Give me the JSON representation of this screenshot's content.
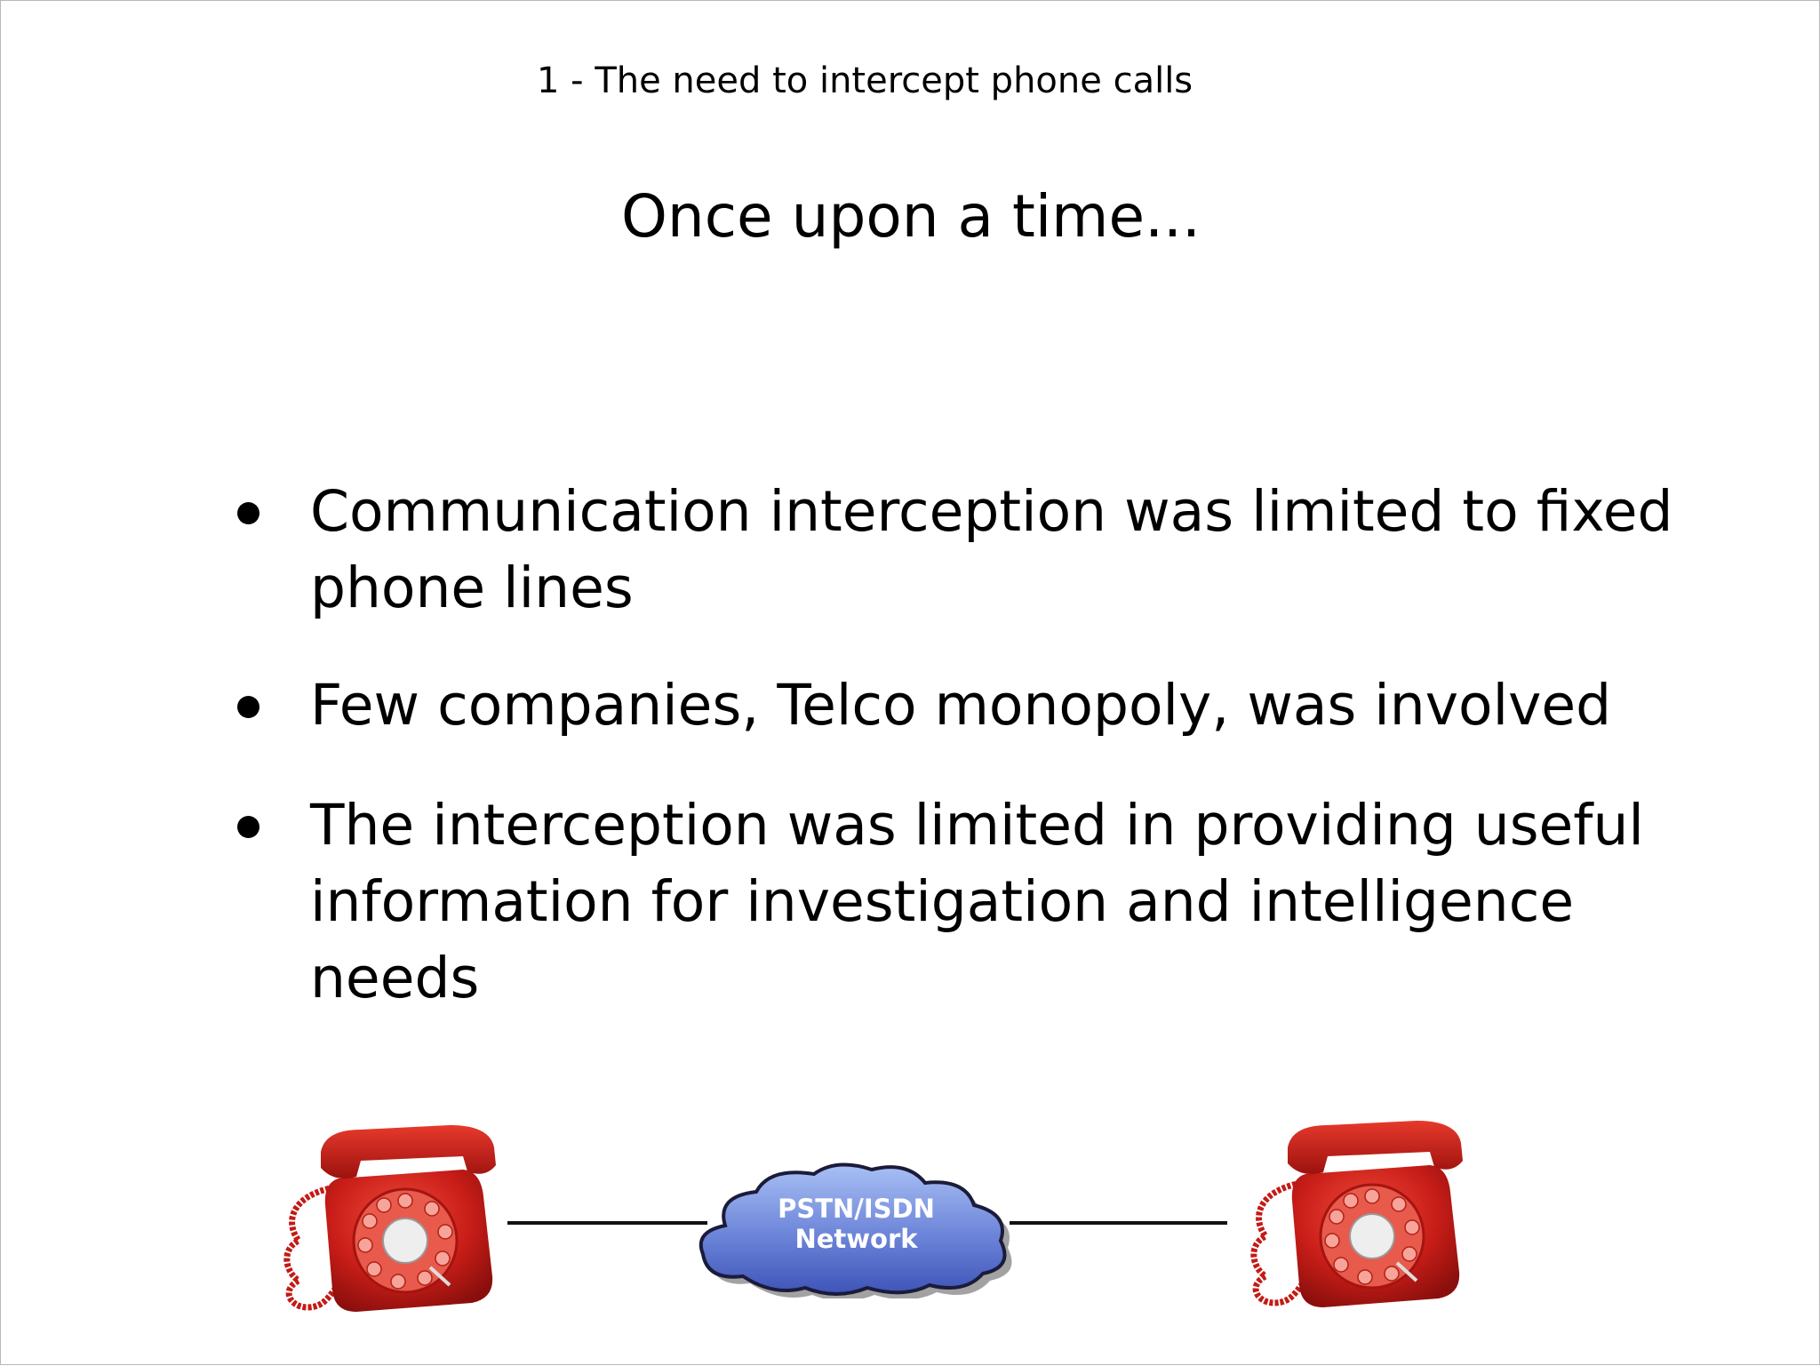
{
  "section_title": "1 - The need to intercept phone calls",
  "title": "Once upon a time...",
  "bullets": [
    {
      "line1": "Communication interception was limited to fixed",
      "line2": "phone lines"
    },
    {
      "line1": "Few companies, Telco monopoly, was involved"
    },
    {
      "line1": "The interception was limited in providing useful",
      "line2": "information for investigation and intelligence",
      "line3": "needs"
    }
  ],
  "diagram": {
    "cloud_line1": "PSTN/ISDN",
    "cloud_line2": "Network",
    "left_icon": "red-rotary-phone-icon",
    "right_icon": "red-rotary-phone-icon",
    "cloud_icon": "network-cloud-icon",
    "phone_color": "#d0201c",
    "cloud_color": "#6c84d8"
  }
}
